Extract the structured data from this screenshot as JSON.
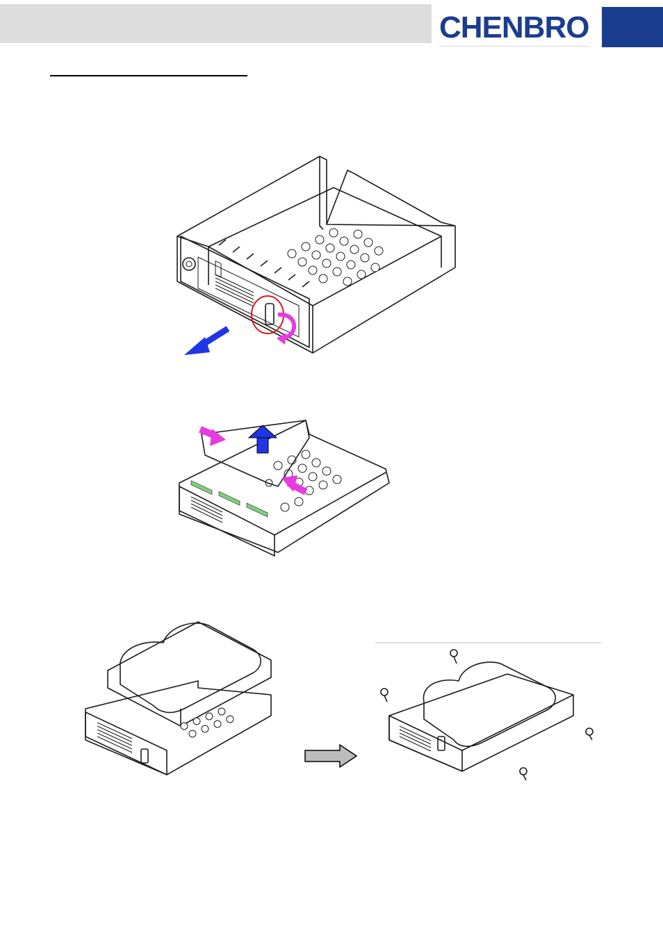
{
  "header": {
    "logo_text": "CHENBRO",
    "brand_color": "#1a3d8f"
  },
  "colors": {
    "blue_arrow": "#1f35e6",
    "magenta_arrow": "#e53be0",
    "red_circle": "#e3141b",
    "gray_arrow": "#bdbdbd",
    "connector_green": "#7fcf7f"
  },
  "figures": [
    {
      "name": "mobile-rack-tray-release",
      "icons": [
        "blue-arrow-icon",
        "magenta-curved-arrow-icon",
        "red-circle-highlight"
      ]
    },
    {
      "name": "tray-bracket-removal",
      "icons": [
        "magenta-arrow-icon",
        "blue-up-arrow-icon"
      ]
    },
    {
      "name": "hdd-placement",
      "icons": []
    },
    {
      "name": "hdd-secured-with-screws",
      "icons": [
        "screw-icon"
      ]
    }
  ],
  "step_arrow_icon": "gray-right-arrow-icon"
}
